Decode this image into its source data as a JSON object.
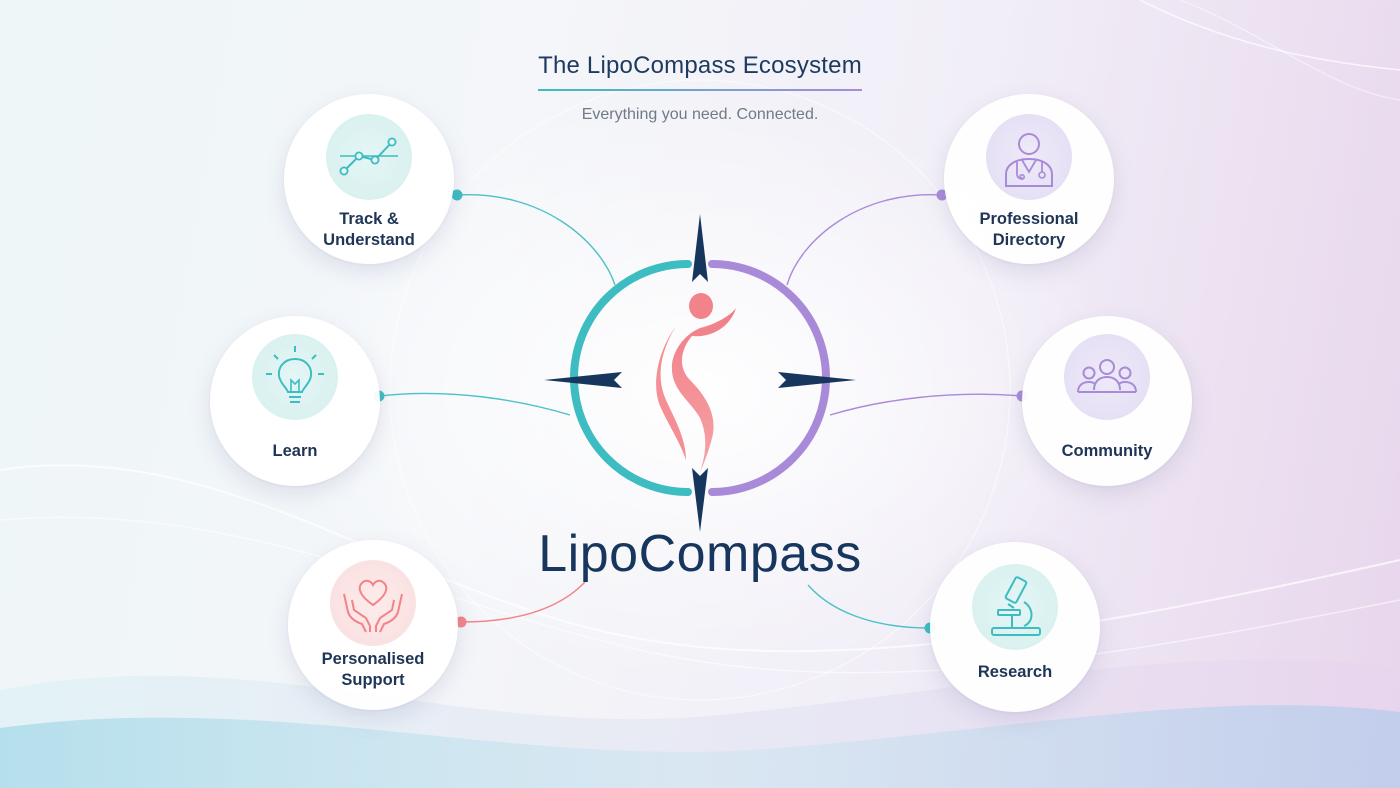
{
  "header": {
    "title": "The LipoCompass Ecosystem",
    "subtitle": "Everything you need. Connected."
  },
  "brand": {
    "name": "LipoCompass",
    "colors": {
      "navy": "#17365e",
      "teal": "#3dbcc2",
      "violet": "#a98ad8",
      "coral": "#f2838a"
    }
  },
  "nodes": [
    {
      "id": "track",
      "label_lines": [
        "Track &",
        "Understand"
      ],
      "icon": "line-chart-icon",
      "accent": "#3dbcc2"
    },
    {
      "id": "learn",
      "label_lines": [
        "Learn"
      ],
      "icon": "lightbulb-icon",
      "accent": "#3dbcc2"
    },
    {
      "id": "support",
      "label_lines": [
        "Personalised",
        "Support"
      ],
      "icon": "hands-heart-icon",
      "accent": "#f2838a"
    },
    {
      "id": "directory",
      "label_lines": [
        "Professional",
        "Directory"
      ],
      "icon": "doctor-icon",
      "accent": "#a98ad8"
    },
    {
      "id": "community",
      "label_lines": [
        "Community"
      ],
      "icon": "people-group-icon",
      "accent": "#a98ad8"
    },
    {
      "id": "research",
      "label_lines": [
        "Research"
      ],
      "icon": "microscope-icon",
      "accent": "#3dbcc2"
    }
  ]
}
